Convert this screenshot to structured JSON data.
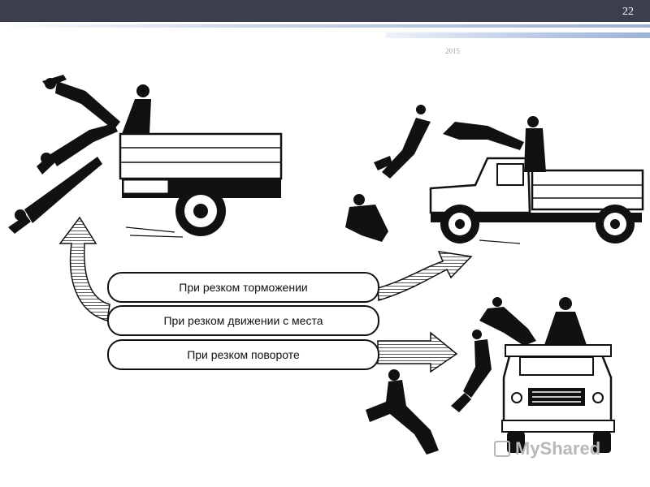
{
  "header": {
    "slide_number": "22",
    "year": "2015"
  },
  "labels": {
    "braking": "При резком торможении",
    "start": "При резком движении с места",
    "turn": "При резком повороте"
  },
  "watermark": {
    "text": "MyShared"
  },
  "colors": {
    "topbar": "#3b3f4d",
    "ink": "#111111"
  }
}
